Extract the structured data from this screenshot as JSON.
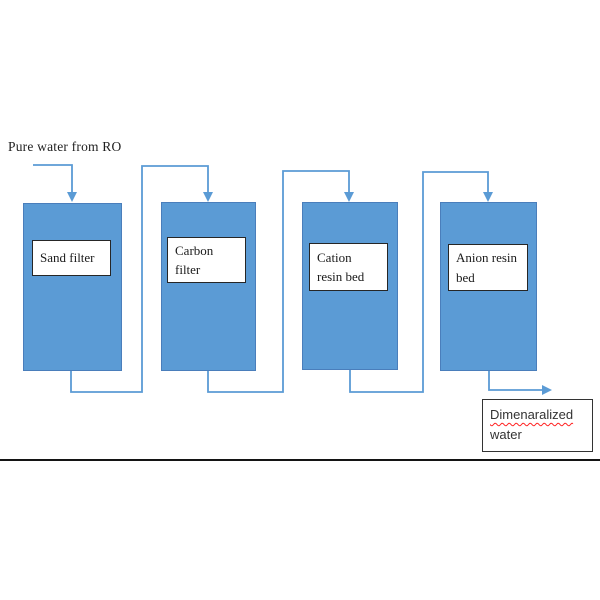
{
  "diagram": {
    "source_label": "Pure water from RO",
    "stages": [
      {
        "label": "Sand filter"
      },
      {
        "label": "Carbon\nfilter"
      },
      {
        "label": "Cation\nresin bed"
      },
      {
        "label": "Anion resin\nbed"
      }
    ],
    "output_label": {
      "line1": "Dimenaralized",
      "line2": "water"
    },
    "colors": {
      "stage_fill": "#5b9bd5",
      "stage_border": "#4a7ebb",
      "connector_line": "#5b9bd5",
      "label_box_border": "#262626",
      "output_box_border": "#333333",
      "spellcheck_underline": "#ff1f1f",
      "divider_line": "#141414"
    }
  }
}
